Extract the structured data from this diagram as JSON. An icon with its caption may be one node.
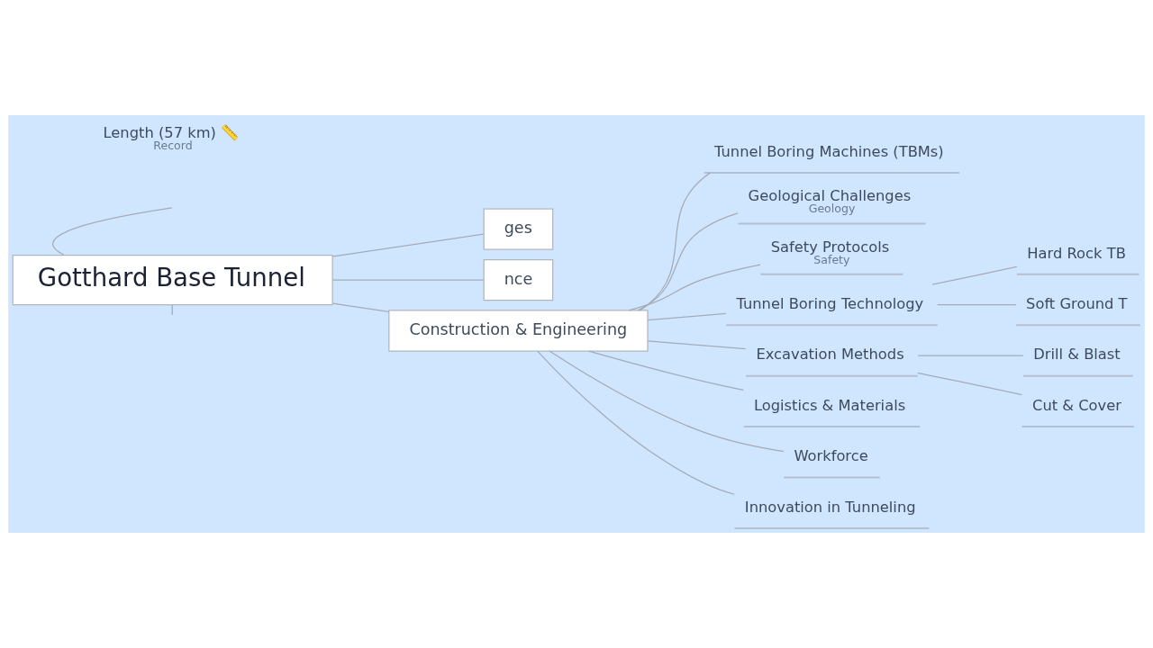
{
  "diagram": {
    "nodes": [
      {
        "text": [
          "Gotthard Base Tunnel"
        ]
      },
      {
        "text": [
          "ges"
        ]
      },
      {
        "text": [
          "nce"
        ]
      },
      {
        "text": [
          "Construction & Engineering"
        ]
      },
      {
        "text": [
          "Tunnel Boring Machines (TBMs)"
        ]
      },
      {
        "text": [
          "Geological Challenges",
          "Geology"
        ]
      },
      {
        "text": [
          "Safety Protocols",
          "Safety"
        ]
      },
      {
        "text": [
          "Tunnel Boring Technology"
        ]
      },
      {
        "text": [
          "Hard Rock TB"
        ]
      },
      {
        "text": [
          "Soft Ground T"
        ]
      },
      {
        "text": [
          "Excavation Methods"
        ]
      },
      {
        "text": [
          "Drill & Blast"
        ]
      },
      {
        "text": [
          "Cut & Cover"
        ]
      },
      {
        "text": [
          "Logistics & Materials"
        ]
      },
      {
        "text": [
          "Workforce"
        ]
      },
      {
        "text": [
          "Innovation in Tunneling"
        ]
      },
      {
        "text": [
          "Length (57 km) 📏",
          "Record"
        ]
      }
    ],
    "edges": [
      {
        "from": 0,
        "to": null,
        "arrow": "none"
      },
      {
        "from": 0,
        "to": 1,
        "arrow": "none"
      },
      {
        "from": 0,
        "to": 3,
        "arrow": "none"
      },
      {
        "from": 3,
        "to": 4,
        "arrow": "none"
      },
      {
        "from": 3,
        "to": 5,
        "arrow": "none"
      },
      {
        "from": 3,
        "to": 6,
        "arrow": "none"
      },
      {
        "from": 3,
        "to": 7,
        "arrow": "none"
      },
      {
        "from": 7,
        "to": 8,
        "arrow": "none"
      },
      {
        "from": 7,
        "to": 9,
        "arrow": "none"
      },
      {
        "from": 3,
        "to": 10,
        "arrow": "none"
      },
      {
        "from": 10,
        "to": 11,
        "arrow": "none"
      },
      {
        "from": 10,
        "to": 12,
        "arrow": "none"
      },
      {
        "from": 3,
        "to": 13,
        "arrow": "none"
      },
      {
        "from": 3,
        "to": 14,
        "arrow": "none"
      },
      {
        "from": 3,
        "to": 15,
        "arrow": "none"
      },
      {
        "from": 0,
        "to": 2,
        "arrow": "none"
      },
      {
        "from": 0,
        "to": null,
        "arrow": "none"
      }
    ]
  }
}
